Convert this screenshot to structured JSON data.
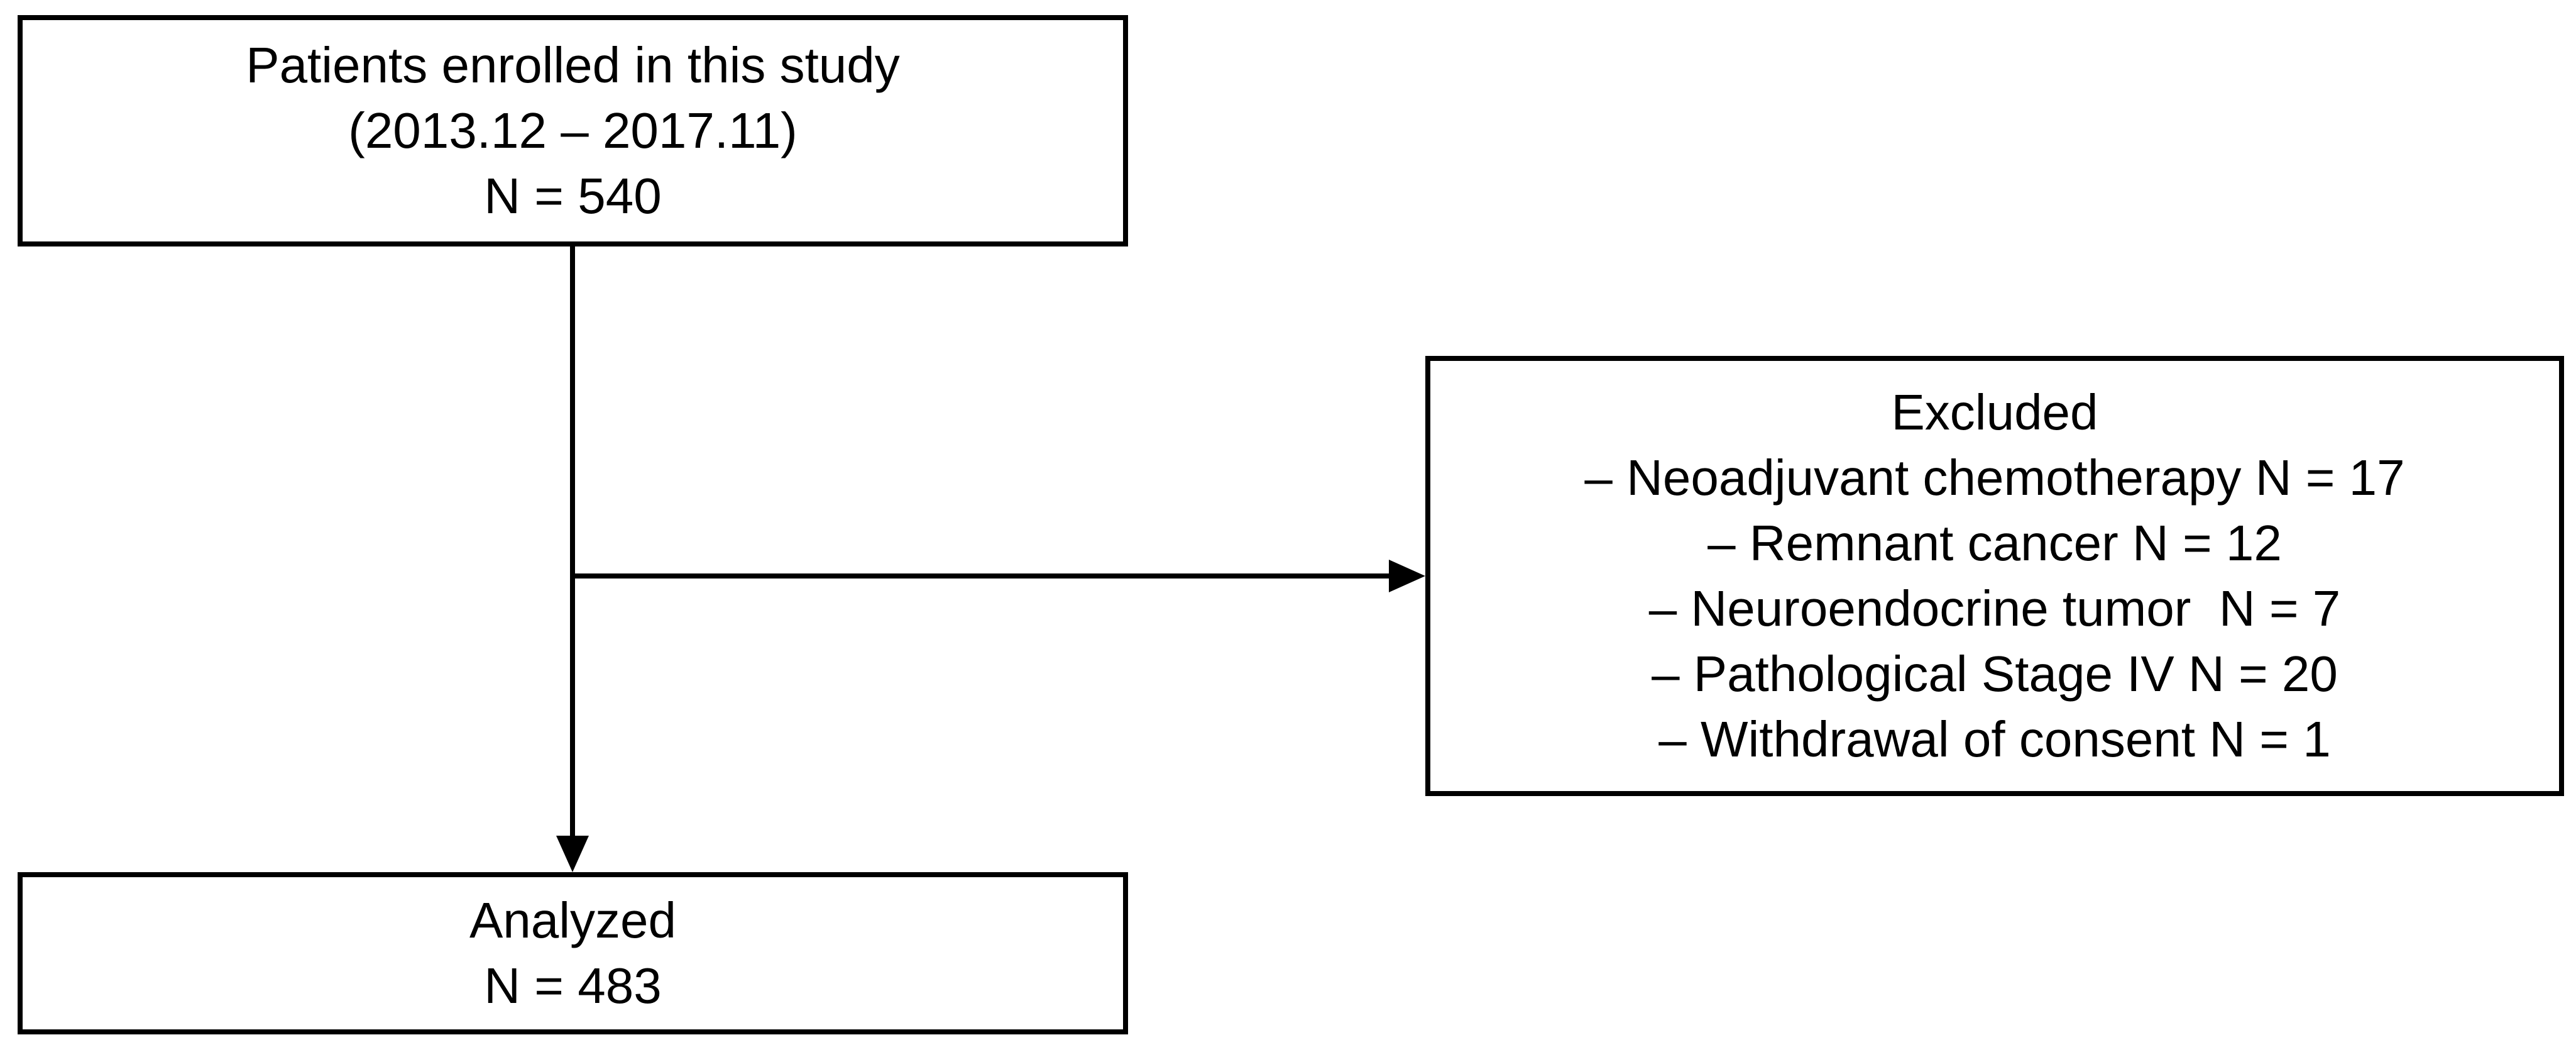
{
  "diagram": {
    "background_color": "#ffffff",
    "line_color": "#000000",
    "boxes": {
      "enrolled": {
        "lines": [
          "Patients enrolled in this study",
          "(2013.12 – 2017.11)",
          "N = 540"
        ]
      },
      "excluded": {
        "lines": [
          "Excluded",
          "– Neoadjuvant chemotherapy N = 17",
          "– Remnant cancer N = 12",
          "– Neuroendocrine tumor  N = 7",
          "– Pathological Stage IV N = 20",
          "– Withdrawal of consent N = 1"
        ]
      },
      "analyzed": {
        "lines": [
          "Analyzed",
          "N = 483"
        ]
      }
    }
  }
}
